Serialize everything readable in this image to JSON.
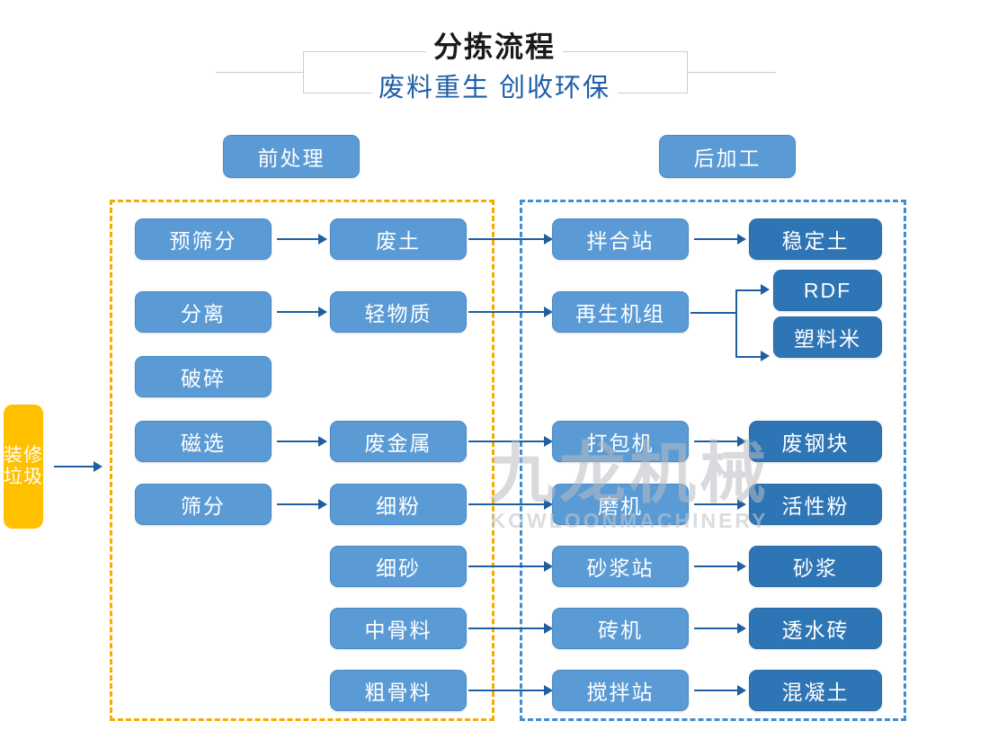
{
  "header": {
    "title": "分拣流程",
    "subtitle": "废料重生 创收环保",
    "title_color": "#1a1a1a",
    "subtitle_color": "#1e5fa8"
  },
  "sections": {
    "pre_label": "前处理",
    "post_label": "后加工",
    "pre_border_color": "#f5ab00",
    "post_border_color": "#3f8ed0"
  },
  "input": {
    "label": "装修垃圾",
    "color": "#ffc000"
  },
  "colors": {
    "process_box": "#5b9bd5",
    "output_box": "#2e75b6",
    "arrow": "#1f5fa0"
  },
  "nodes": {
    "n1": "预筛分",
    "n2": "废土",
    "n3": "拌合站",
    "n4": "稳定土",
    "n5": "分离",
    "n6": "轻物质",
    "n7": "再生机组",
    "n8": "RDF",
    "n9": "塑料米",
    "n10": "破碎",
    "n11": "磁选",
    "n12": "废金属",
    "n13": "打包机",
    "n14": "废钢块",
    "n15": "筛分",
    "n16": "细粉",
    "n17": "磨机",
    "n18": "活性粉",
    "n19": "细砂",
    "n20": "砂浆站",
    "n21": "砂浆",
    "n22": "中骨料",
    "n23": "砖机",
    "n24": "透水砖",
    "n25": "粗骨料",
    "n26": "搅拌站",
    "n27": "混凝土"
  },
  "watermark": {
    "cn": "九龙机械",
    "en": "KOWLOONMACHINERY"
  }
}
